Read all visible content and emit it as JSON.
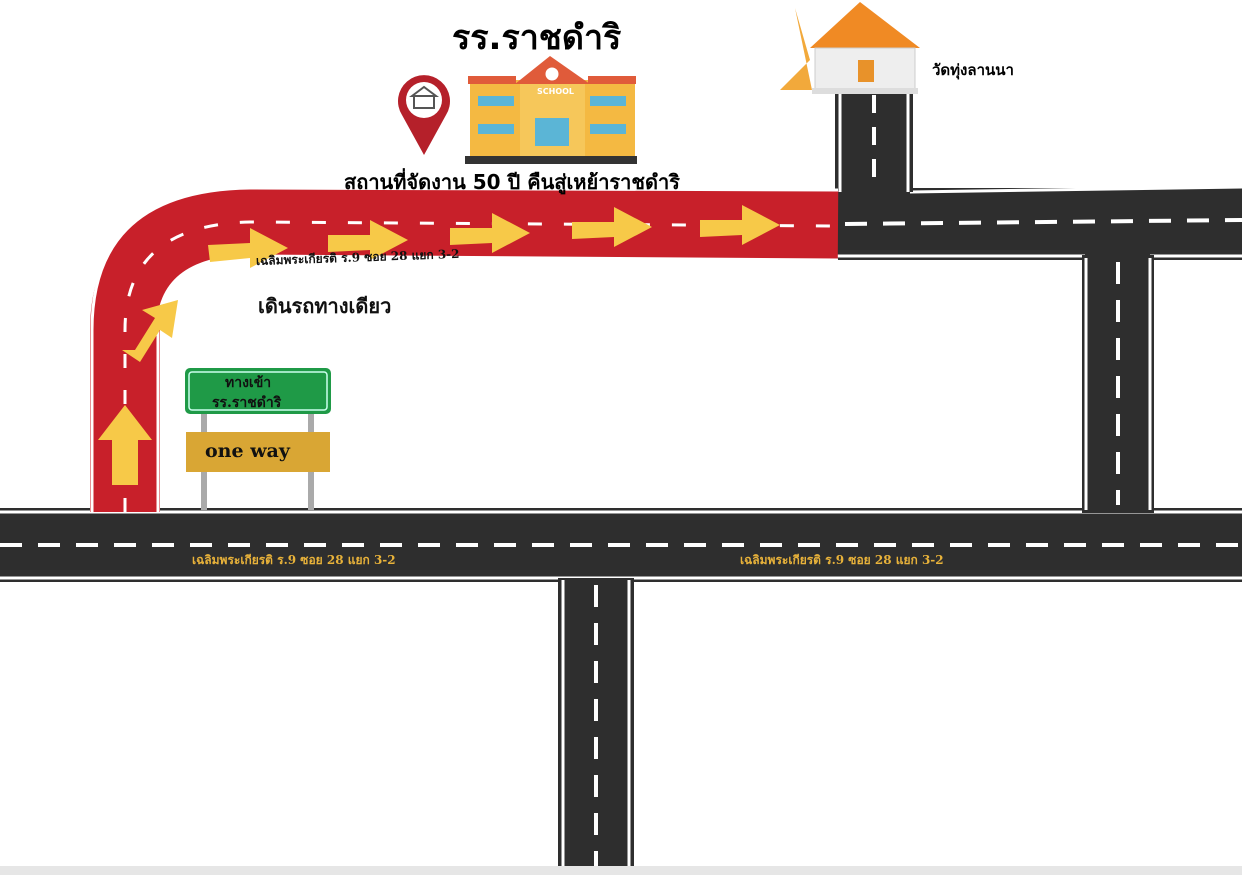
{
  "school_title": "รร.ราชดำริ",
  "venue_caption": "สถานที่จัดงาน 50 ปี คืนสู่เหย้าราชดำริ",
  "temple_label": "วัดทุ่งลานนา",
  "school_sign_text": "SCHOOL",
  "road_name_red": "เฉลิมพระเกียรติ ร.9 ซอย 28 แยก 3-2",
  "road_name_left": "เฉลิมพระเกียรติ ร.9 ซอย 28 แยก 3-2",
  "road_name_right": "เฉลิมพระเกียรติ ร.9 ซอย 28 แยก 3-2",
  "one_way_note": "เดินรถทางเดียว",
  "green_sign": {
    "line1": "ทางเข้า",
    "line2": "รร.ราชดำริ"
  },
  "yellow_sign": "one way",
  "colors": {
    "road": "#2e2e2e",
    "oneway": "#c8202a",
    "arrow": "#f7c948",
    "sign_green": "#1f9a47",
    "sign_yellow": "#d9a634",
    "label_yellow": "#e8b23a"
  }
}
